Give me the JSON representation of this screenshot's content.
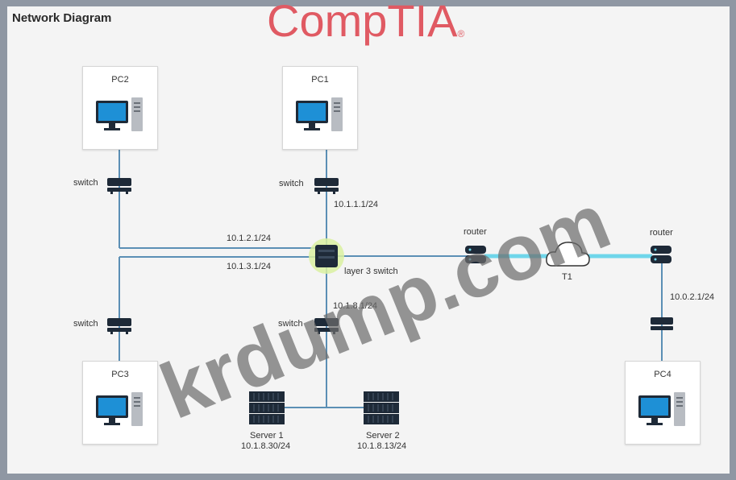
{
  "title": "Network Diagram",
  "brand": "CompTIA",
  "brand_mark": "®",
  "watermark": "krdump.com",
  "pcs": [
    {
      "id": "pc1",
      "label": "PC1"
    },
    {
      "id": "pc2",
      "label": "PC2"
    },
    {
      "id": "pc3",
      "label": "PC3"
    },
    {
      "id": "pc4",
      "label": "PC4"
    }
  ],
  "labels": {
    "switch": "switch",
    "router_left": "router",
    "router_right": "router",
    "layer3": "layer 3 switch",
    "t1": "T1",
    "ip_pc1_switch": "10.1.1.1/24",
    "ip_pc2_link": "10.1.2.1/24",
    "ip_pc3_link": "10.1.3.1/24",
    "ip_server_link": "10.1.8.1/24",
    "ip_pc4_link": "10.0.2.1/24",
    "server1_name": "Server 1",
    "server1_ip": "10.1.8.30/24",
    "server2_name": "Server 2",
    "server2_ip": "10.1.8.13/24"
  },
  "colors": {
    "brand": "#e05a63",
    "link_line": "#5b8fb5",
    "t1_link": "#6fd6ea",
    "device": "#1e2a38",
    "monitor": "#1e90d6"
  }
}
